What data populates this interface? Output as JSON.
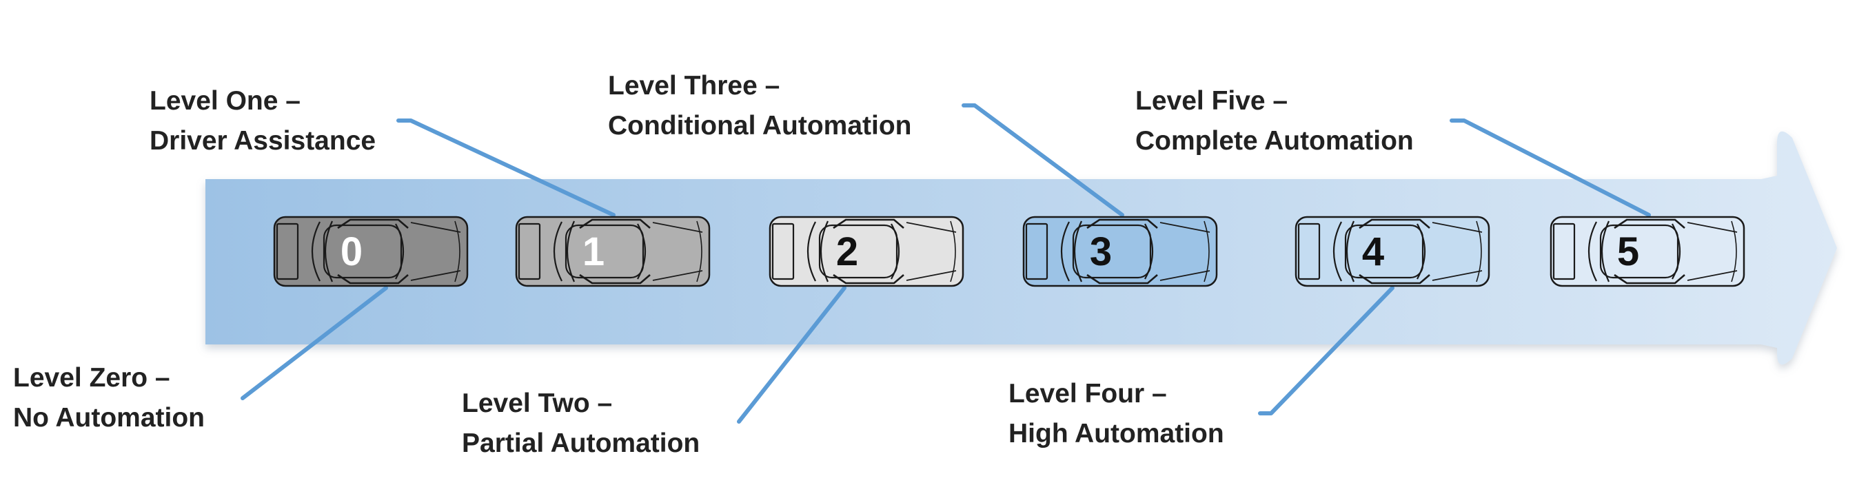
{
  "levels": [
    {
      "number": "0",
      "title": "Level Zero –",
      "subtitle": "No Automation",
      "car_fill": "#8c8c8c",
      "number_color": "#ffffff"
    },
    {
      "number": "1",
      "title": "Level One –",
      "subtitle": "Driver Assistance",
      "car_fill": "#b0b0b0",
      "number_color": "#ffffff"
    },
    {
      "number": "2",
      "title": "Level Two –",
      "subtitle": "Partial Automation",
      "car_fill": "#e3e3e3",
      "number_color": "#111111"
    },
    {
      "number": "3",
      "title": "Level Three –",
      "subtitle": "Conditional Automation",
      "car_fill": "#9cc3e6",
      "number_color": "#111111"
    },
    {
      "number": "4",
      "title": "Level Four –",
      "subtitle": "High Automation",
      "car_fill": "#c4dcf1",
      "number_color": "#111111"
    },
    {
      "number": "5",
      "title": "Level Five –",
      "subtitle": "Complete Automation",
      "car_fill": "#deeaf6",
      "number_color": "#111111"
    }
  ],
  "colors": {
    "arrow_start": "#9dc2e5",
    "arrow_end": "#dce9f6",
    "leader_line": "#5b9bd5",
    "car_outline": "#1a1a1a"
  }
}
